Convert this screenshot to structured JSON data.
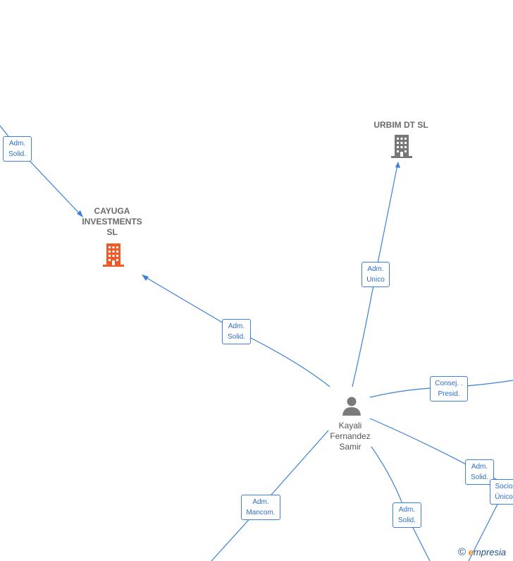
{
  "nodes": {
    "cayuga": {
      "line1": "CAYUGA",
      "line2": "INVESTMENTS",
      "line3": "SL",
      "color": "#f05a28"
    },
    "urbim": {
      "label": "URBIM DT  SL",
      "color": "#777777"
    },
    "person": {
      "line1": "Kayali",
      "line2": "Fernandez",
      "line3": "Samir",
      "icon": "person-icon"
    }
  },
  "edges": [
    {
      "id": "e1",
      "line1": "Adm.",
      "line2": "Solid."
    },
    {
      "id": "e2",
      "line1": "Adm.",
      "line2": "Unico"
    },
    {
      "id": "e3",
      "line1": "Adm.",
      "line2": "Solid."
    },
    {
      "id": "e4",
      "line1": "Consej. .",
      "line2": "Presid."
    },
    {
      "id": "e5",
      "line1": "Adm.",
      "line2": "Solid."
    },
    {
      "id": "e6",
      "line1": "Socio",
      "line2": "Único"
    },
    {
      "id": "e7",
      "line1": "Adm.",
      "line2": "Mancom."
    },
    {
      "id": "e8",
      "line1": "Adm.",
      "line2": "Solid."
    }
  ],
  "brand": {
    "copyright": "©",
    "e": "e",
    "rest": "mpresia"
  }
}
